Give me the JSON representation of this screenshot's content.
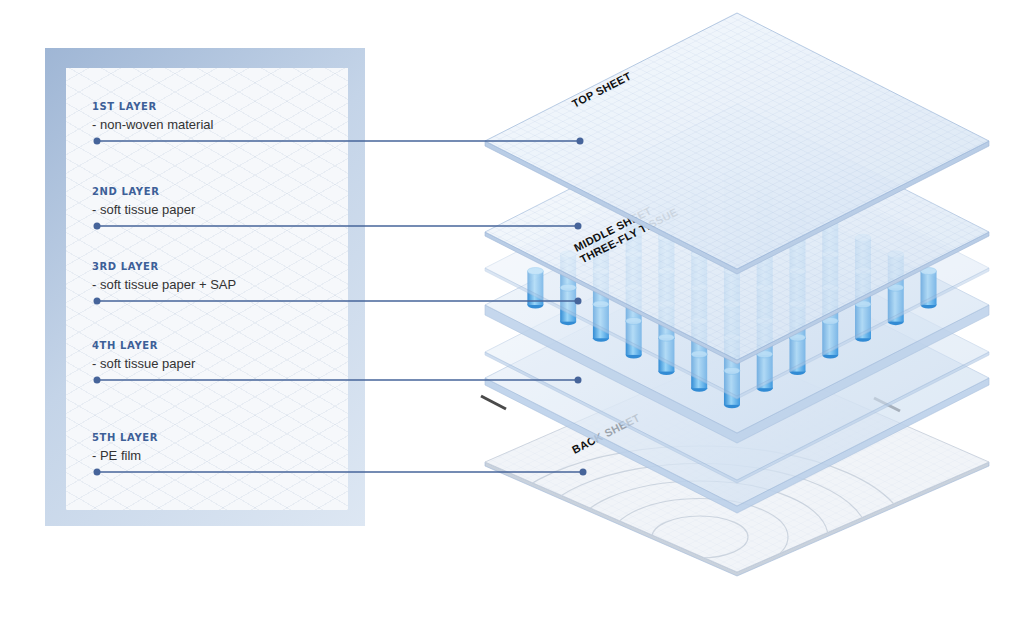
{
  "diagram": {
    "nodes": [
      {
        "text": [
          "1ST LAYER",
          "- non-woven material"
        ]
      },
      {
        "text": [
          "2ND LAYER",
          "- soft tissue paper"
        ]
      },
      {
        "text": [
          "3RD LAYER",
          "- soft tissue paper + SAP"
        ]
      },
      {
        "text": [
          "4TH LAYER",
          "- soft tissue paper"
        ]
      },
      {
        "text": [
          "5TH LAYER",
          "- PE film"
        ]
      },
      {
        "text": [
          "TOP SHEET"
        ]
      },
      {
        "text": [
          "MIDDLE SHEET THREE-FLY TISSUE"
        ]
      },
      {
        "text": [
          "BACK SHEET"
        ]
      }
    ],
    "edges": [
      {
        "from": 0,
        "to": 5,
        "arrow": "none"
      },
      {
        "from": 1,
        "to": 6,
        "arrow": "none"
      },
      {
        "from": 4,
        "to": 7,
        "arrow": "none"
      }
    ]
  }
}
